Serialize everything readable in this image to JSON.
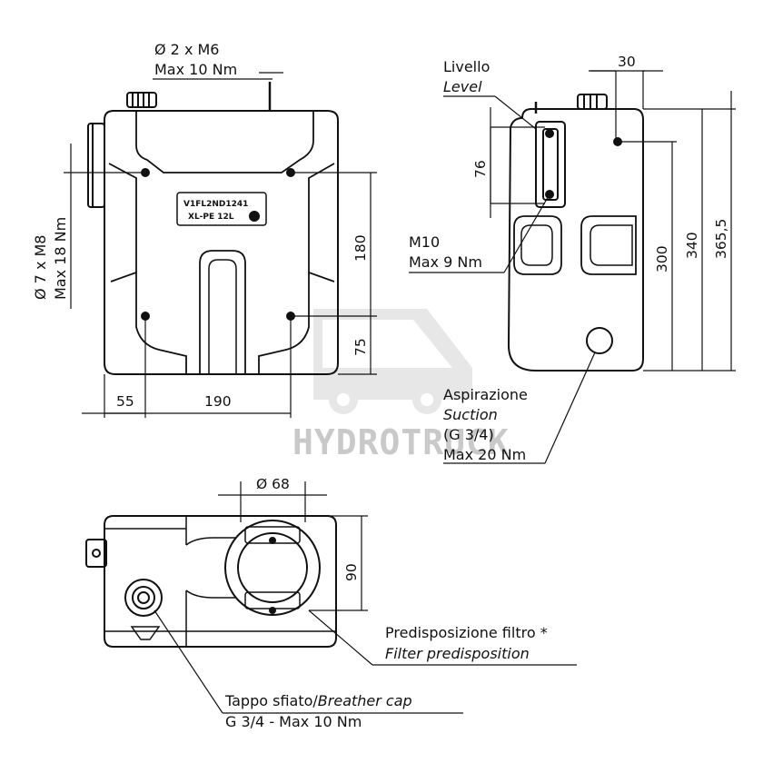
{
  "front": {
    "studs_label": "Ø 2 x M6",
    "studs_torque": "Max 10 Nm",
    "bolts_label": "Ø 7 x M8",
    "bolts_torque": "Max 18 Nm",
    "plate_line1": "V1FL2ND1241",
    "plate_line2": "XL-PE  12L",
    "dim_width_left": "55",
    "dim_width_main": "190",
    "dim_height_holes": "180",
    "dim_height_base": "75"
  },
  "side": {
    "level_it": "Livello",
    "level_en": "Level",
    "dim_level": "76",
    "m10_label": "M10",
    "m10_torque": "Max 9 Nm",
    "dim_top": "30",
    "dim_300": "300",
    "dim_340": "340",
    "dim_365": "365,5",
    "suction_it": "Aspirazione",
    "suction_en": "Suction",
    "suction_thread": "(G 3/4)",
    "suction_torque": "Max 20 Nm"
  },
  "top": {
    "dim_diameter": "Ø 68",
    "dim_90": "90",
    "filter_it": "Predisposizione filtro *",
    "filter_en": "Filter predisposition",
    "breather_it": "Tappo sfiato/",
    "breather_en": "Breather cap",
    "breather_spec": "G 3/4 - Max 10 Nm"
  },
  "watermark": "HYDROTRUCK",
  "colors": {
    "line": "#111111",
    "watermark": "#c9c9c9"
  }
}
